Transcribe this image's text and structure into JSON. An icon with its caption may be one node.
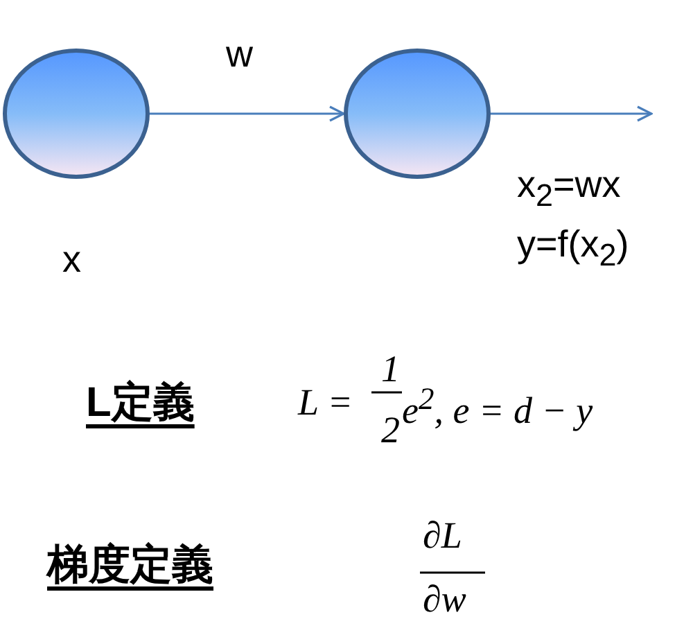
{
  "diagram": {
    "nodes": [
      {
        "text": [],
        "shape": "circle",
        "beside": [
          "x"
        ]
      },
      {
        "text": [],
        "shape": "circle"
      }
    ],
    "edges": [
      {
        "from": 0,
        "to": 1,
        "arrow": "to",
        "label": "w"
      },
      {
        "from": 1,
        "to": null,
        "arrow": "to"
      }
    ],
    "labels": [
      "x$_{2}$=wx",
      "y=f(x$_{2}$)",
      "L定義",
      "L =",
      "1",
      "2",
      "e$^{2}$, e = d − y",
      "梯度定義",
      "∂L",
      "∂w"
    ]
  }
}
